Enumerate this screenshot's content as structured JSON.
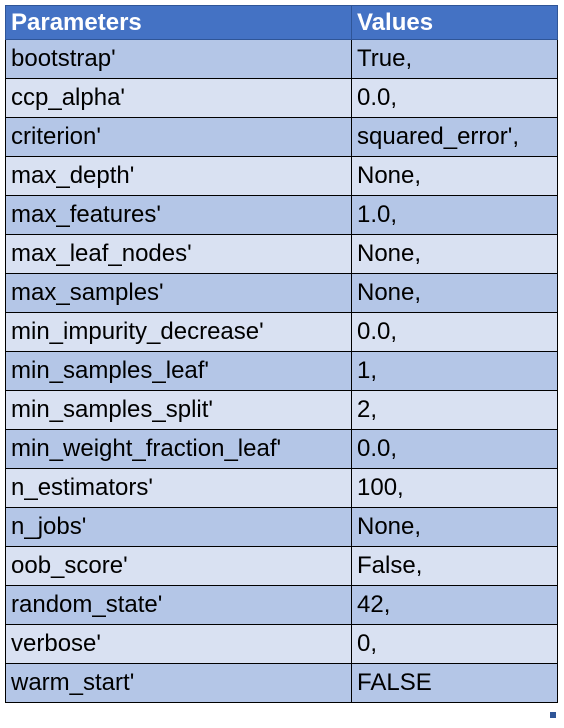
{
  "table": {
    "headers": {
      "parameters": "Parameters",
      "values": "Values"
    },
    "rows": [
      {
        "parameter": "bootstrap'",
        "value": "True,"
      },
      {
        "parameter": "ccp_alpha'",
        "value": "0.0,"
      },
      {
        "parameter": "criterion'",
        "value": "squared_error',"
      },
      {
        "parameter": "max_depth'",
        "value": "None,"
      },
      {
        "parameter": "max_features'",
        "value": "1.0,"
      },
      {
        "parameter": "max_leaf_nodes'",
        "value": "None,"
      },
      {
        "parameter": "max_samples'",
        "value": "None,"
      },
      {
        "parameter": "min_impurity_decrease'",
        "value": "0.0,"
      },
      {
        "parameter": "min_samples_leaf'",
        "value": "1,"
      },
      {
        "parameter": "min_samples_split'",
        "value": "2,"
      },
      {
        "parameter": "min_weight_fraction_leaf'",
        "value": "0.0,"
      },
      {
        "parameter": "n_estimators'",
        "value": "100,"
      },
      {
        "parameter": "n_jobs'",
        "value": "None,"
      },
      {
        "parameter": "oob_score'",
        "value": "False,"
      },
      {
        "parameter": "random_state'",
        "value": "42,"
      },
      {
        "parameter": "verbose'",
        "value": "0,"
      },
      {
        "parameter": "warm_start'",
        "value": "FALSE"
      }
    ]
  },
  "colors": {
    "header_bg": "#4472c4",
    "header_text": "#ffffff",
    "row_band_dark": "#b4c6e7",
    "row_band_light": "#d9e1f2",
    "border": "#000000"
  }
}
